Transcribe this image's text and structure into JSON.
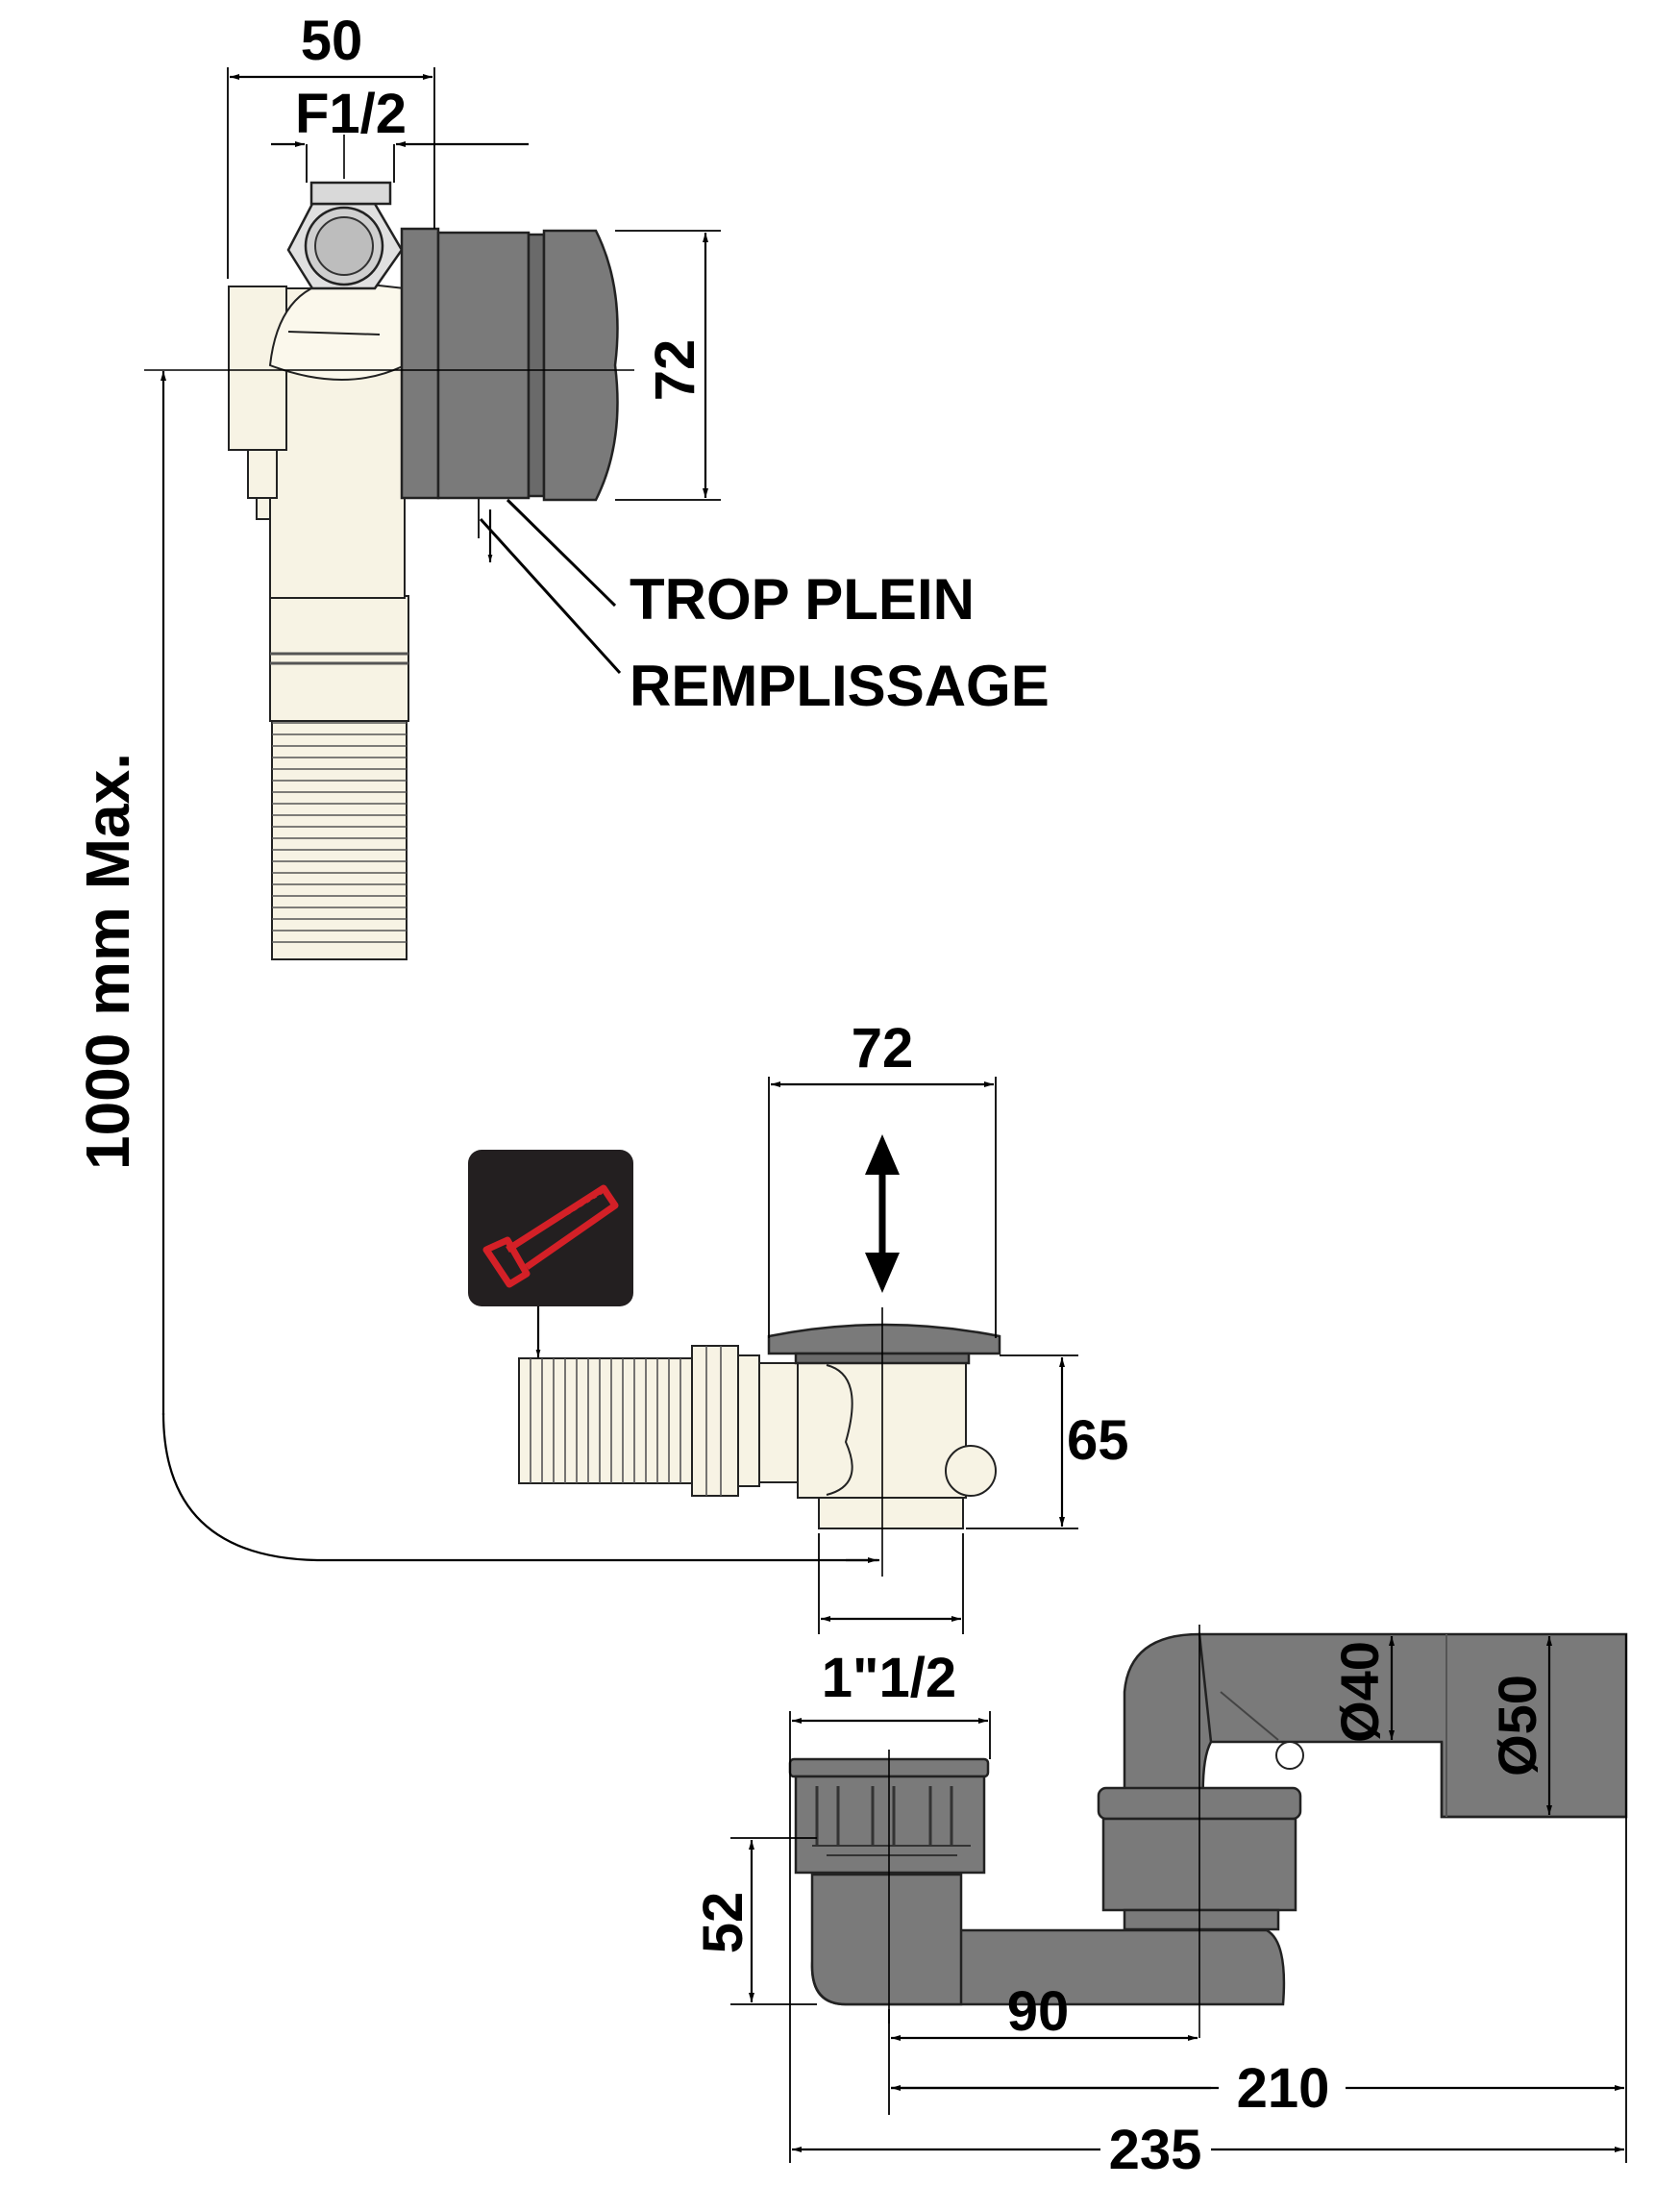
{
  "labels": {
    "overflow": "TROP PLEIN",
    "filling": "REMPLISSAGE",
    "max_length": "1000 mm Max."
  },
  "dimensions": {
    "top_width": "50",
    "thread": "F1/2",
    "top_height": "72",
    "waste_width": "72",
    "waste_height": "65",
    "outlet_thread": "1\"1/2",
    "trap_height": "52",
    "pipe_d40": "Ø40",
    "pipe_d50": "Ø50",
    "offset_90": "90",
    "len_210": "210",
    "len_235": "235"
  },
  "icons": {
    "cut": "hacksaw-icon"
  },
  "colors": {
    "body_cream": "#f7f3e4",
    "body_grey": "#7a7a7a",
    "icon_bg": "#231f20",
    "icon_red": "#d42027"
  }
}
